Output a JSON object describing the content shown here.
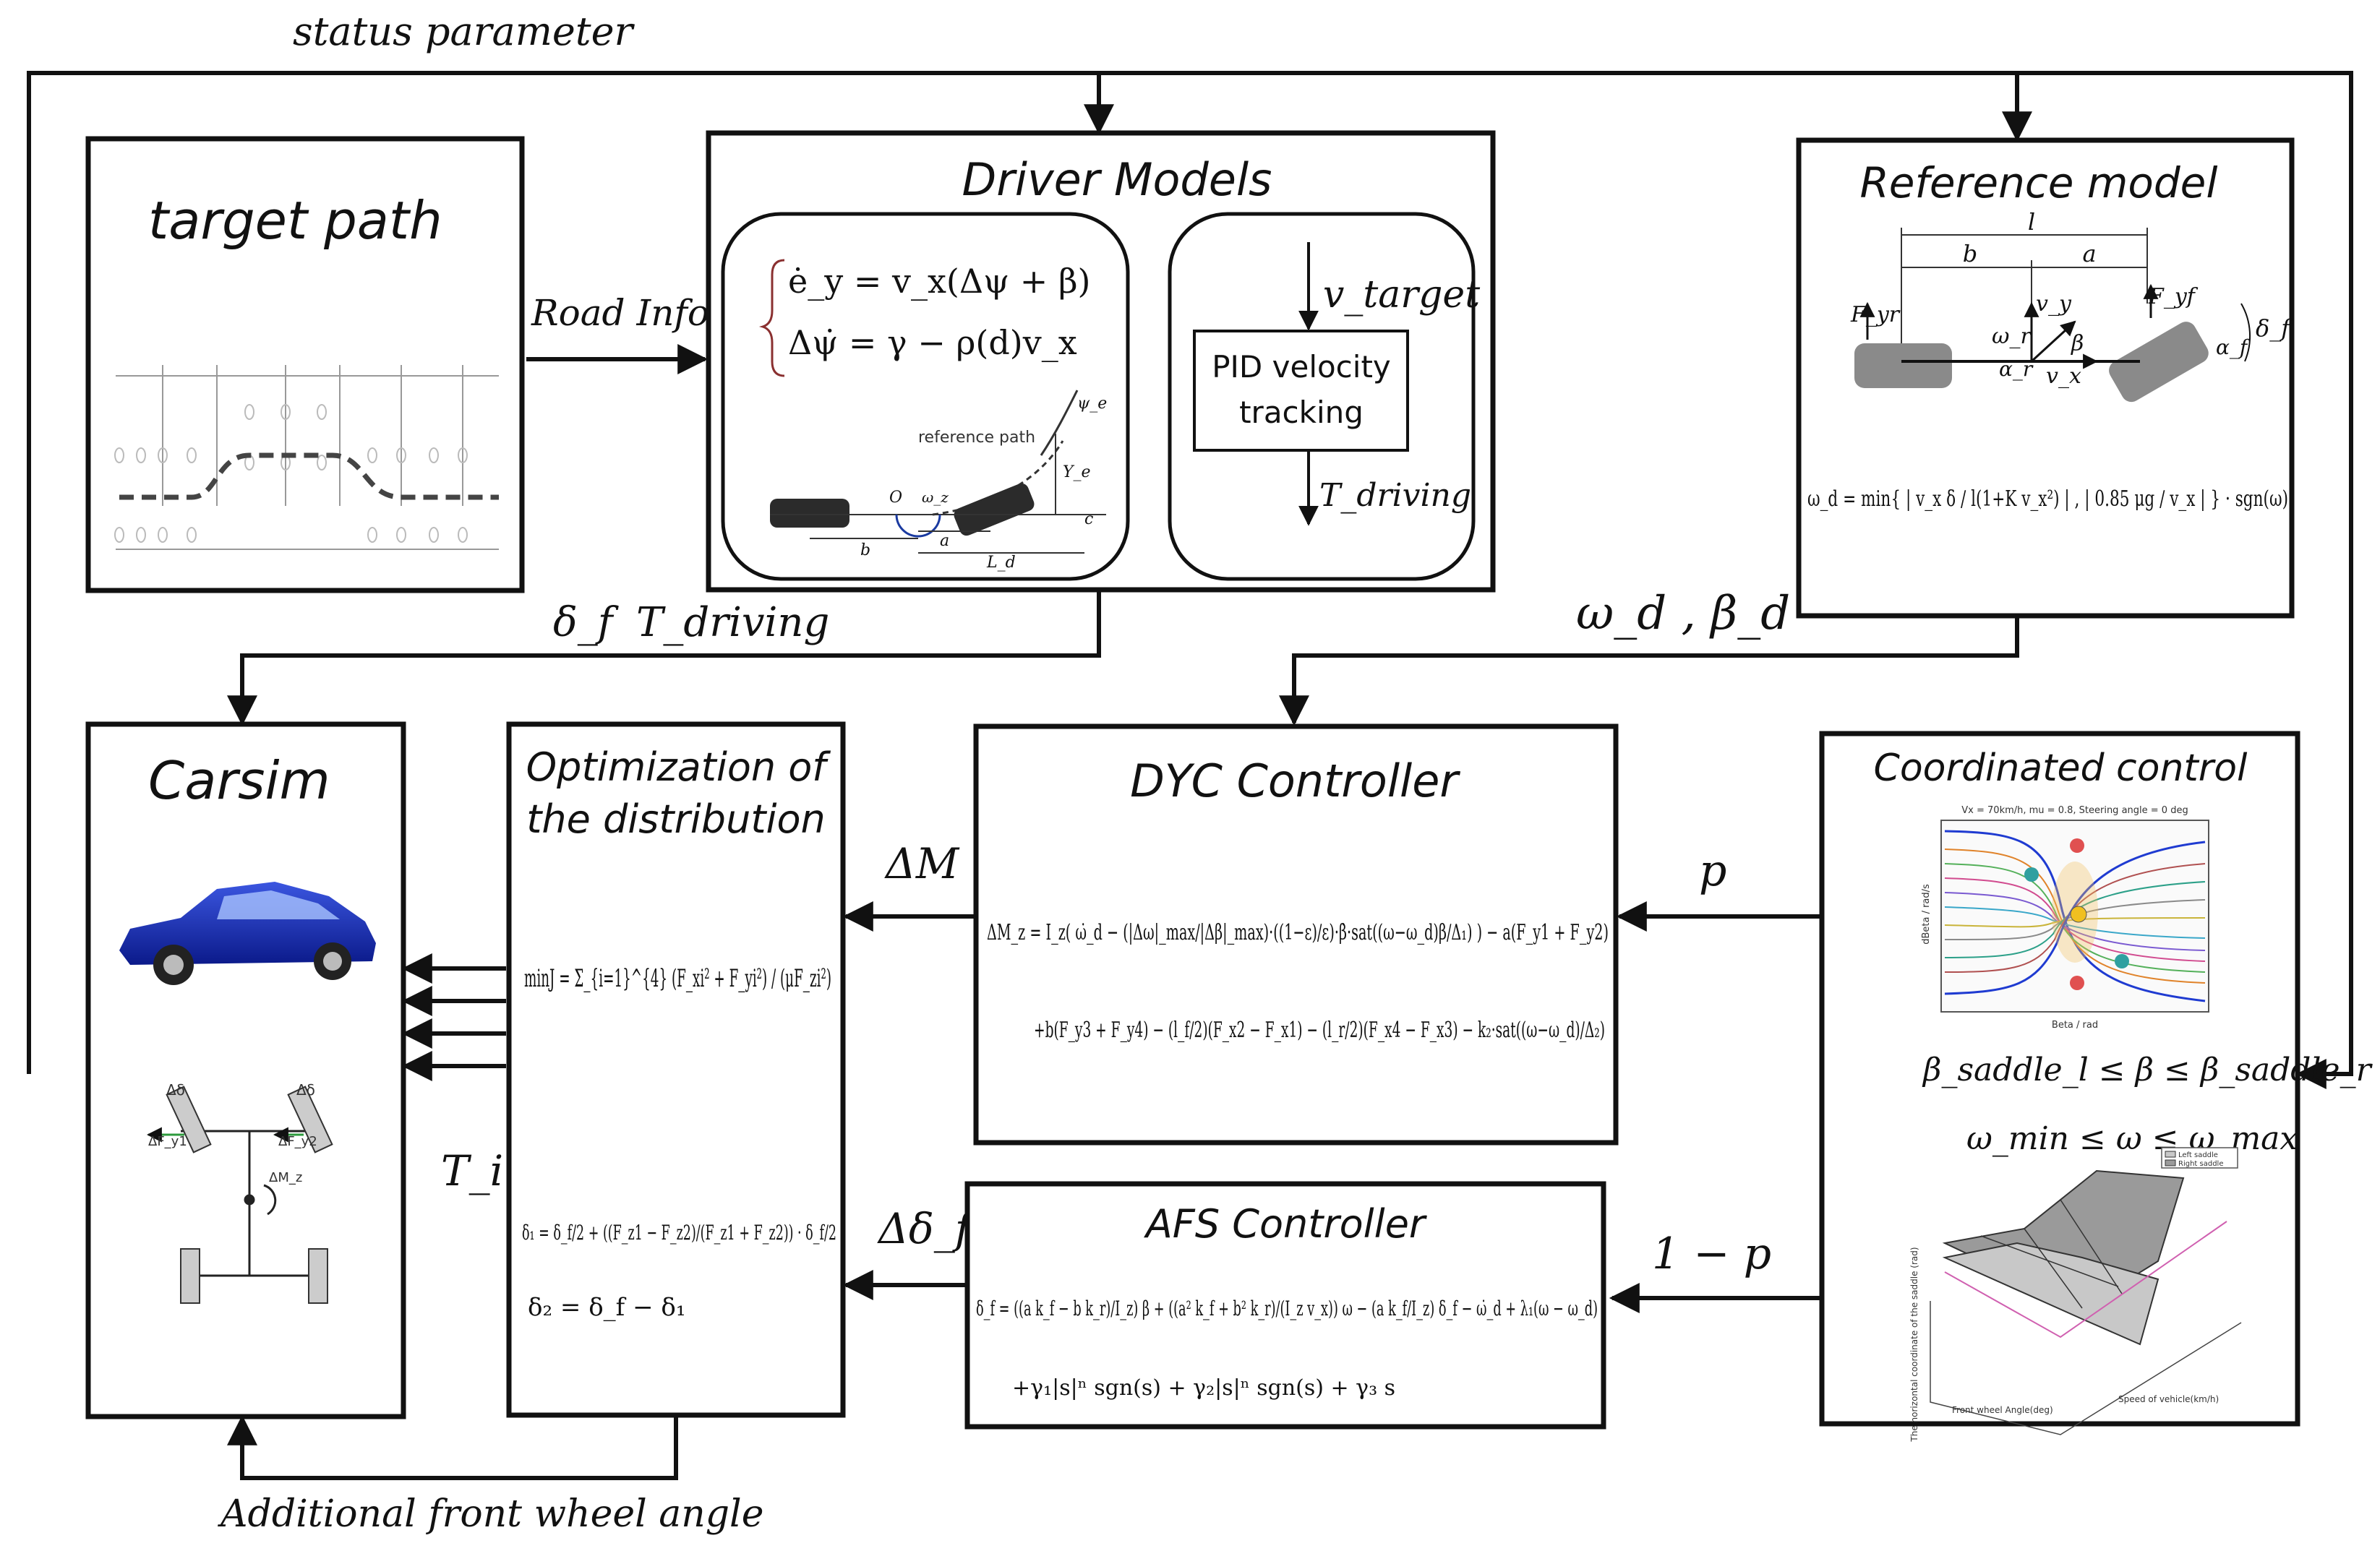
{
  "top_label": "status parameter",
  "bottom_label": "Additional front wheel angle",
  "blocks": {
    "target_path": {
      "title": "target path"
    },
    "driver_models": {
      "title": "Driver Models",
      "eq1": "ė_y = v_x(Δψ + β)",
      "eq2": "Δψ̇ = γ − ρ(d)v_x",
      "reference_path": "reference path",
      "marks": {
        "o": "O",
        "omega": "ω_z",
        "b": "b",
        "a": "a",
        "ld": "L_d",
        "ye": "Y_e",
        "psie": "ψ_e",
        "c": "c"
      },
      "v_target": "v_target",
      "pid": [
        "PID velocity",
        "tracking"
      ],
      "t_driving": "T_driving"
    },
    "reference_model": {
      "title": "Reference model",
      "marks": {
        "l": "l",
        "b": "b",
        "a": "a",
        "fyr": "F_yr",
        "fyf": "F_yf",
        "vy": "v_y",
        "vx": "v_x",
        "wr": "ω_r",
        "beta": "β",
        "delta_f": "δ_f",
        "alpha_f": "α_f",
        "alpha_r": "α_r"
      },
      "formula": "ω_d = min{ | v_x δ / l(1+K v_x²) | , | 0.85 μg / v_x | } · sgn(ω)"
    },
    "carsim": {
      "title": "Carsim",
      "marks": {
        "ds1": "Δδ",
        "ds2": "Δδ",
        "fy1": "ΔF_y1",
        "fy2": "ΔF_y2",
        "mz": "ΔM_z"
      }
    },
    "optimization": {
      "title_line1": "Optimization of",
      "title_line2": "the distribution",
      "objective": "minJ = Σ_{i=1}^{4} (F_xi² + F_yi²) / (μF_zi²)",
      "d1": "δ₁ = δ_f/2 + ((F_z1 − F_z2)/(F_z1 + F_z2)) · δ_f/2",
      "d2": "δ₂ = δ_f − δ₁"
    },
    "dyc": {
      "title": "DYC Controller",
      "line1": "ΔM_z = I_z( ω̇_d − (|Δω|_max/|Δβ|_max)·((1−ε)/ε)·β̇·sat((ω−ω_d)β/Δ₁) ) − a(F_y1 + F_y2)",
      "line2": "+b(F_y3 + F_y4) − (l_f/2)(F_x2 − F_x1) − (l_r/2)(F_x4 − F_x3) − k₂·sat((ω−ω_d)/Δ₂)"
    },
    "afs": {
      "title": "AFS Controller",
      "line1": "δ_f = ((a k_f − b k_r)/I_z) β + ((a² k_f + b² k_r)/(I_z v_x)) ω − (a k_f/I_z) δ_f − ω̇_d + λ₁(ω − ω_d)",
      "line2": "+γ₁|s|ⁿ sgn(s) + γ₂|s|ⁿ sgn(s) + γ₃ s"
    },
    "coordinated": {
      "title": "Coordinated control",
      "plot1_title": "Vx = 70km/h, mu = 0.8, Steering angle = 0 deg",
      "plot1_xlabel": "Beta / rad",
      "plot1_ylabel": "dBeta / rad/s",
      "cond1": "β_saddle_l ≤ β ≤ β_saddle_r",
      "cond2": "ω_min ≤ ω ≤ ω_max",
      "plot2_zlabel": "The horizontal coordinate of the saddle (rad)",
      "plot2_xlabel": "Front wheel Angle(deg)",
      "plot2_ylabel": "Speed of vehicle(km/h)",
      "legend": [
        "Left saddle",
        "Right saddle"
      ]
    }
  },
  "signals": {
    "road_info": "Road Info",
    "delta_f": "δ_f",
    "t_driving": "T_driving",
    "omega_beta_d": "ω_d ,  β_d",
    "delta_m": "ΔM",
    "p": "p",
    "one_minus_p": "1 − p",
    "delta_delta_f": "Δδ_f",
    "t_i": "T_i"
  }
}
